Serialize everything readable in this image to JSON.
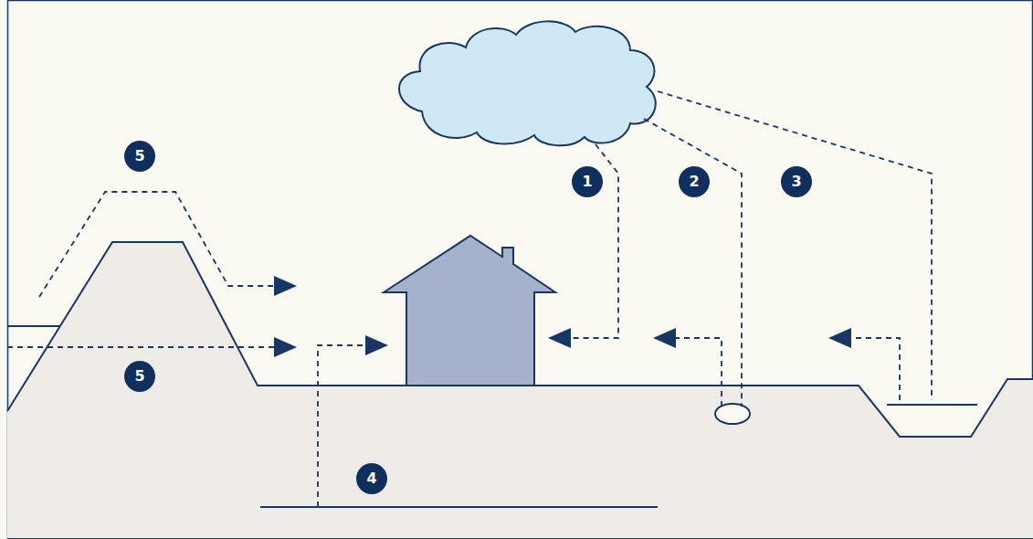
{
  "diagram": {
    "labels": [
      "5",
      "1",
      "2",
      "3",
      "5",
      "4"
    ]
  }
}
